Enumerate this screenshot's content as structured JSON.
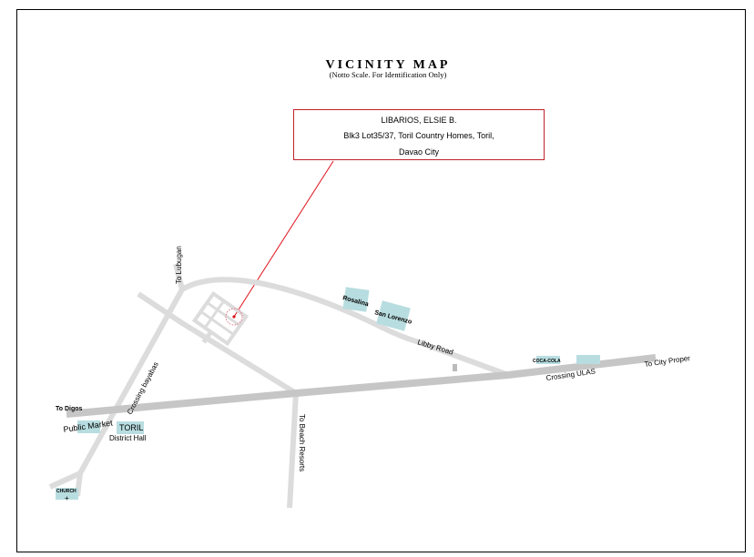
{
  "title": "VICINITY MAP",
  "subtitle": "(Notto Scale. For Identification Only)",
  "address_box": {
    "name": "LIBARIOS, ELSIE B.",
    "line1": "Blk3 Lot35/37, Toril Country Homes, Toril,",
    "line2": "Davao City"
  },
  "labels": {
    "to_lubugan": "To Lubugan",
    "crossing_bayabas": "Crossing bayabas",
    "to_digos": "To Digos",
    "public_market": "Public Market",
    "toril": "TORIL",
    "district_hall": "District Hall",
    "church": "CHURCH",
    "church_symbol": "+",
    "to_beach_resorts": "To Beach Resorts",
    "rosalina": "Rosalina",
    "san_lorenzo": "San Lorenzo",
    "libby_road": "Libby Road",
    "coca_cola": "COCA-COLA",
    "crossing_ulas": "Crossing ULAS",
    "to_city_proper": "To City Proper"
  },
  "colors": {
    "pointer": "#e0101a",
    "road": "#dcdcdc",
    "highway": "#c6c6c6",
    "building": "#b8dde0"
  }
}
